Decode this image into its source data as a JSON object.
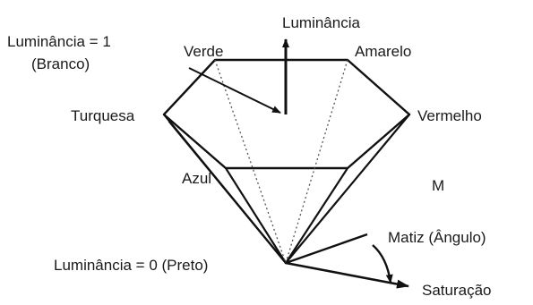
{
  "labels": {
    "luminance_axis": "Luminância",
    "white_point_line1": "Luminância = 1",
    "white_point_line2": "(Branco)",
    "green": "Verde",
    "yellow": "Amarelo",
    "cyan": "Turquesa",
    "red": "Vermelho",
    "blue": "Azul",
    "magenta": "M",
    "hue": "Matiz (Ângulo)",
    "black_point": "Luminância = 0 (Preto)",
    "saturation": "Saturação"
  }
}
